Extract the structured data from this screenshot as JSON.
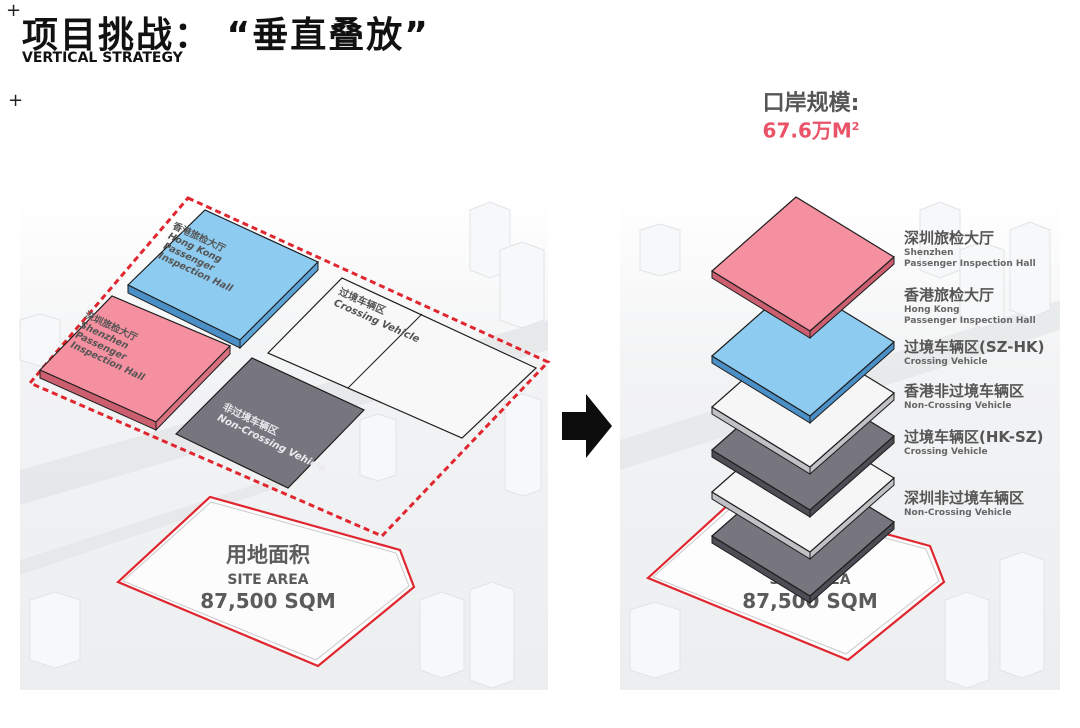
{
  "header": {
    "title": "项目挑战：  “垂直叠放”",
    "subtitle": "VERTICAL STRATEGY",
    "plus_marks": [
      "+",
      "+"
    ]
  },
  "site_area": {
    "cn": "用地面积",
    "en": "SITE AREA",
    "value": "87,500 SQM"
  },
  "port_scale": {
    "label": "口岸规模:",
    "value": "67.6万M",
    "superscript": "2"
  },
  "left_zones": {
    "hk_hall": {
      "cn": "香港旅检大厅",
      "en1": "Hong Kong",
      "en2": "Passenger",
      "en3": "Inspection Hall"
    },
    "sz_hall": {
      "cn": "深圳旅检大厅",
      "en1": "Shenzhen",
      "en2": "Passenger",
      "en3": "Inspection Hall"
    },
    "crossing": {
      "cn": "过境车辆区",
      "en": "Crossing Vehicle"
    },
    "non_crossing": {
      "cn": "非过境车辆区",
      "en": "Non-Crossing Vehicle"
    }
  },
  "stack_layers": [
    {
      "cn": "深圳旅检大厅",
      "en": "Shenzhen",
      "en2": "Passenger Inspection Hall",
      "color": "#f4909f"
    },
    {
      "cn": "香港旅检大厅",
      "en": "Hong Kong",
      "en2": "Passenger Inspection Hall",
      "color": "#8ecbf0"
    },
    {
      "cn": "过境车辆区(SZ-HK)",
      "en": "Crossing Vehicle",
      "color": "#f6f6f6"
    },
    {
      "cn": "香港非过境车辆区",
      "en": "Non-Crossing Vehicle",
      "color": "#77767f"
    },
    {
      "cn": "过境车辆区(HK-SZ)",
      "en": "Crossing Vehicle",
      "color": "#f6f6f6"
    },
    {
      "cn": "深圳非过境车辆区",
      "en": "Non-Crossing Vehicle",
      "color": "#77767f"
    }
  ],
  "colors": {
    "pink": "#f4909f",
    "blue": "#8ecbf0",
    "gray": "#77767f",
    "white": "#f6f6f6",
    "red_dash": "#e0262e",
    "accent_text": "#ea5368"
  }
}
